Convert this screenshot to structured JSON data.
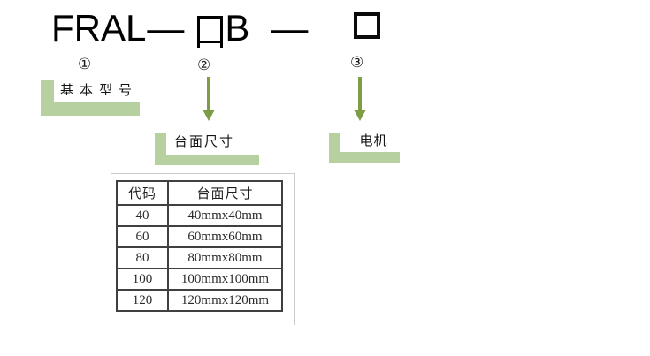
{
  "colors": {
    "label_green": "#b6d0a0",
    "arrow_green": "#7d9c45",
    "table_border": "#404040"
  },
  "model_code": {
    "prefix": "FRAL",
    "separator1": "—",
    "size_letter": "B",
    "separator2": "—"
  },
  "callouts": {
    "basic_model": {
      "index": "①",
      "label": "基本型号"
    },
    "table_size": {
      "index": "②",
      "label": "台面尺寸"
    },
    "motor": {
      "index": "③",
      "label": "电机"
    }
  },
  "size_table": {
    "headers": [
      "代码",
      "台面尺寸"
    ],
    "rows": [
      {
        "code": "40",
        "size": "40mmx40mm"
      },
      {
        "code": "60",
        "size": "60mmx60mm"
      },
      {
        "code": "80",
        "size": "80mmx80mm"
      },
      {
        "code": "100",
        "size": "100mmx100mm"
      },
      {
        "code": "120",
        "size": "120mmx120mm"
      }
    ]
  }
}
